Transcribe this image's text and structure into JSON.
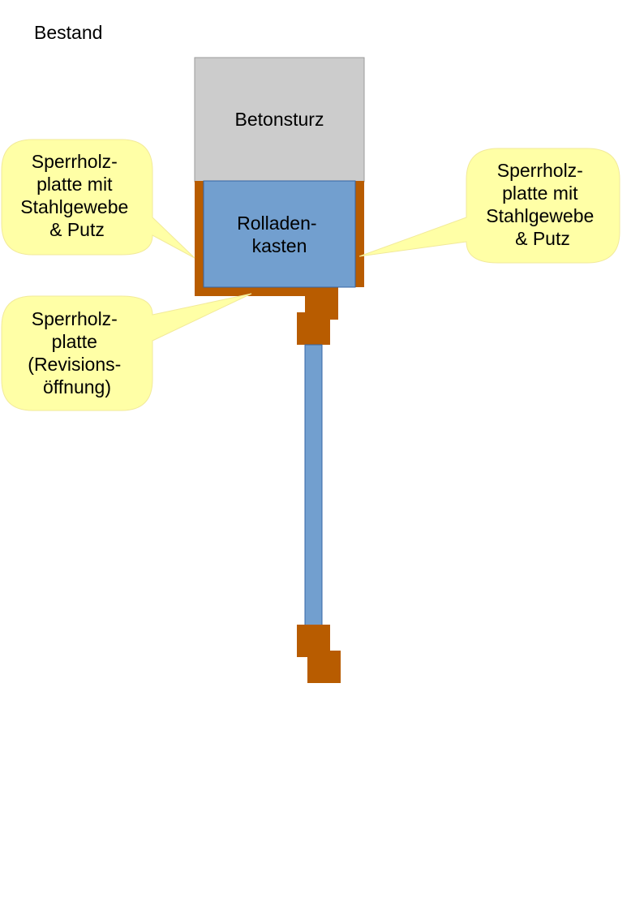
{
  "title": "Bestand",
  "colors": {
    "concrete": "#cccccc",
    "concrete_stroke": "#9a9a9a",
    "box": "#729fcf",
    "box_stroke": "#3465a4",
    "wood": "#b85c00",
    "callout_fill": "#ffffa6",
    "callout_stroke": "#f2ea9a"
  },
  "parts": {
    "lintel": {
      "lines": [
        "Betonsturz"
      ]
    },
    "shutter_box": {
      "lines": [
        "Rolladen-",
        "kasten"
      ]
    }
  },
  "callouts": {
    "left_top": {
      "lines": [
        "Sperrholz-",
        "platte mit",
        "Stahlgewebe",
        "& Putz"
      ]
    },
    "right_top": {
      "lines": [
        "Sperrholz-",
        "platte mit",
        "Stahlgewebe",
        "& Putz"
      ]
    },
    "left_bottom": {
      "lines": [
        "Sperrholz-",
        "platte",
        "(Revisions-",
        "öffnung)"
      ]
    }
  }
}
